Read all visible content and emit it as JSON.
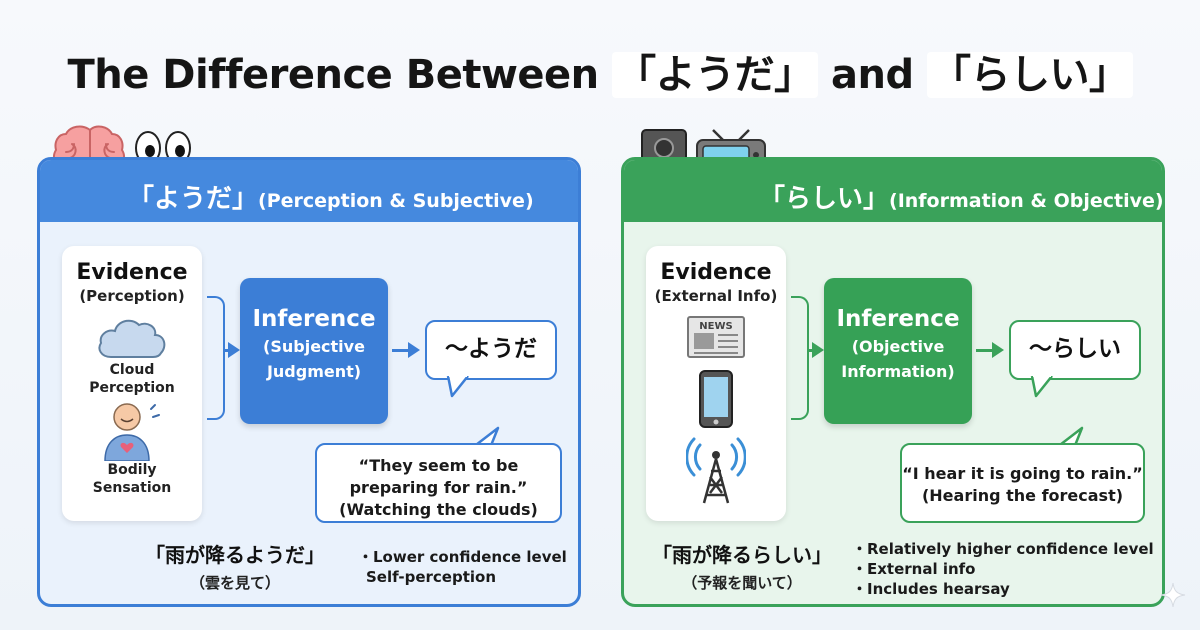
{
  "title": {
    "prefix": "The Difference Between ",
    "youda": "「ようだ」",
    "middle": " and ",
    "rashii": "「らしい」"
  },
  "left": {
    "header_jp": "「ようだ」",
    "header_en": "(Perception & Subjective)",
    "evidence_title": "Evidence",
    "evidence_sub": "(Perception)",
    "cloud_label_1": "Cloud",
    "cloud_label_2": "Perception",
    "bodily_label_1": "Bodily",
    "bodily_label_2": "Sensation",
    "inference_title": "Inference",
    "inference_sub_1": "(Subjective",
    "inference_sub_2": "Judgment)",
    "bubble": "〜ようだ",
    "quote_1": "“They seem to be",
    "quote_2": "preparing for rain.”",
    "quote_3": "(Watching the clouds)",
    "example_main": "「雨が降るようだ」",
    "example_sub": "（雲を見て）",
    "points": [
      "・Lower confidence level",
      "Self-perception"
    ],
    "accent": "#3c7ed6"
  },
  "right": {
    "header_jp": "「らしい」",
    "header_en": "(Information & Objective)",
    "evidence_title": "Evidence",
    "evidence_sub": "(External Info)",
    "news_label": "NEWS",
    "inference_title": "Inference",
    "inference_sub_1": "(Objective",
    "inference_sub_2": "Information)",
    "bubble": "〜らしい",
    "quote_1": "“I hear it is going to rain.”",
    "quote_2": "(Hearing the forecast)",
    "example_main": "「雨が降るらしい」",
    "example_sub": "（予報を聞いて）",
    "points": [
      "・Relatively higher confidence level",
      "・External info",
      "・Includes hearsay"
    ],
    "accent": "#3aa25a"
  },
  "icons": [
    "brain-icon",
    "eyes-icon",
    "speaker-icon",
    "tv-icon",
    "cloud-icon",
    "person-heart-icon",
    "newspaper-icon",
    "smartphone-icon",
    "broadcast-tower-icon",
    "sparkle-icon"
  ]
}
